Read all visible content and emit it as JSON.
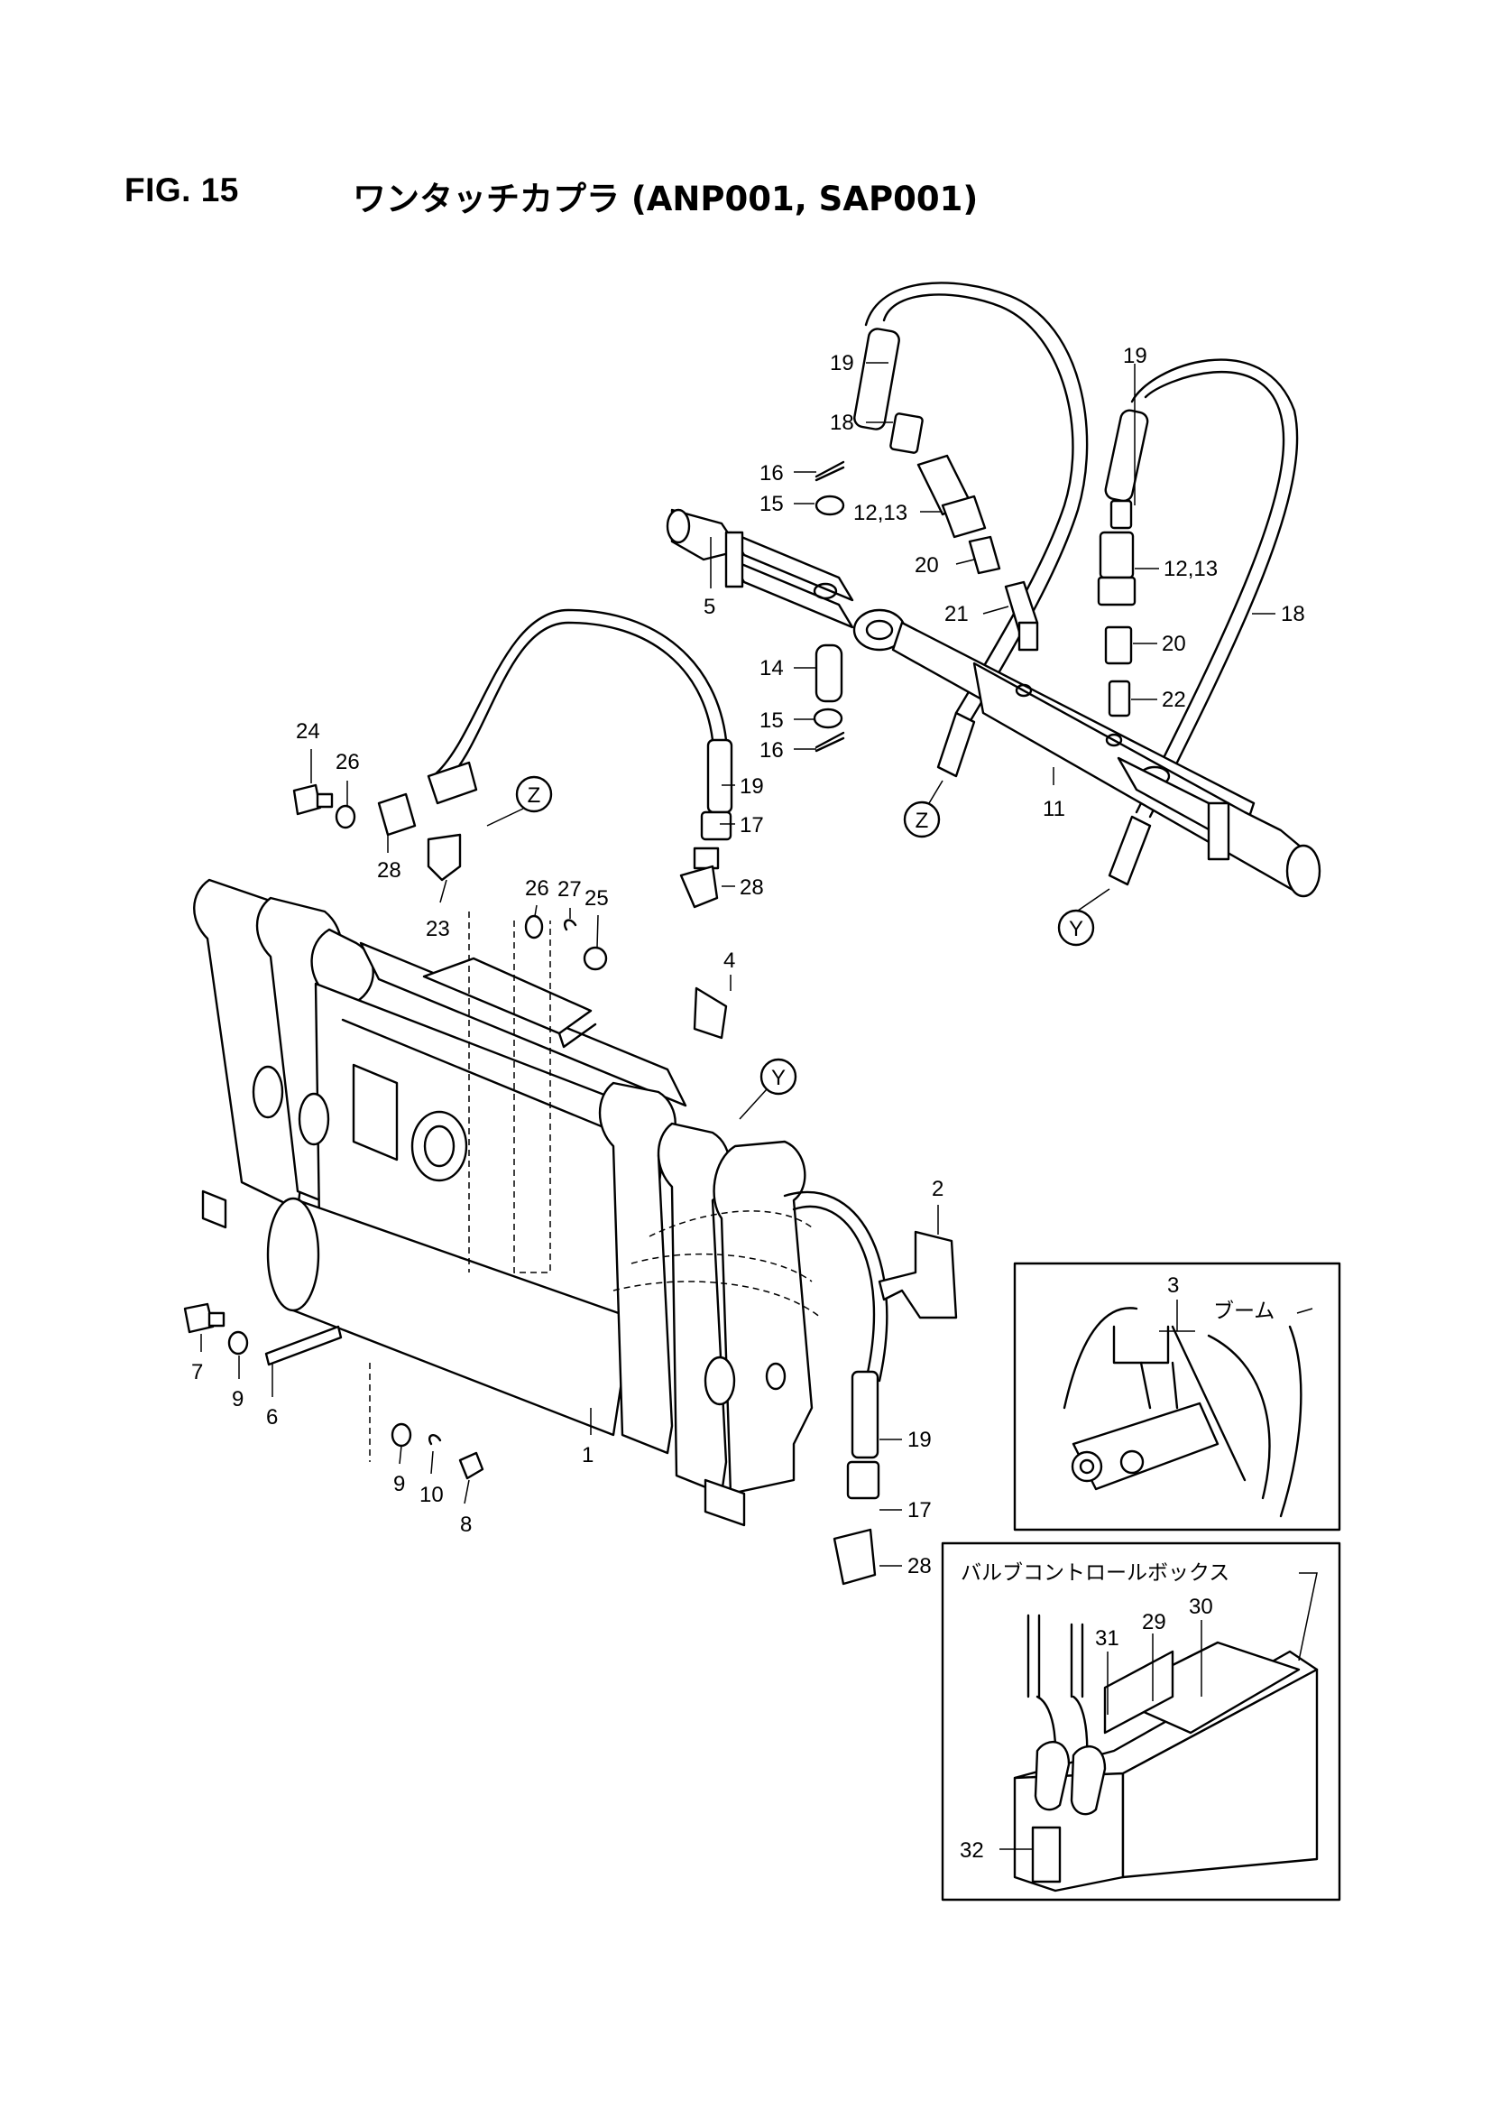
{
  "figure": {
    "number": "FIG. 15",
    "title": "ワンタッチカプラ (ANP001, SAP001)"
  },
  "callouts": {
    "c1": "1",
    "c2": "2",
    "c3": "3",
    "c4": "4",
    "c5": "5",
    "c6": "6",
    "c7": "7",
    "c8": "8",
    "c9a": "9",
    "c9b": "9",
    "c10": "10",
    "c11": "11",
    "c12_13a": "12,13",
    "c12_13b": "12,13",
    "c14": "14",
    "c15a": "15",
    "c15b": "15",
    "c16a": "16",
    "c16b": "16",
    "c17a": "17",
    "c17b": "17",
    "c18a": "18",
    "c18b": "18",
    "c19a": "19",
    "c19b": "19",
    "c19c": "19",
    "c19d": "19",
    "c20a": "20",
    "c20b": "20",
    "c21": "21",
    "c22": "22",
    "c23": "23",
    "c24": "24",
    "c25": "25",
    "c26a": "26",
    "c26b": "26",
    "c27": "27",
    "c28a": "28",
    "c28b": "28",
    "c28c": "28",
    "c29": "29",
    "c30": "30",
    "c31": "31",
    "c32": "32"
  },
  "connectors": {
    "z1": "Z",
    "z2": "Z",
    "y1": "Y",
    "y2": "Y"
  },
  "insets": {
    "boom": {
      "label": "ブーム"
    },
    "valve_box": {
      "label": "バルブコントロールボックス"
    }
  }
}
